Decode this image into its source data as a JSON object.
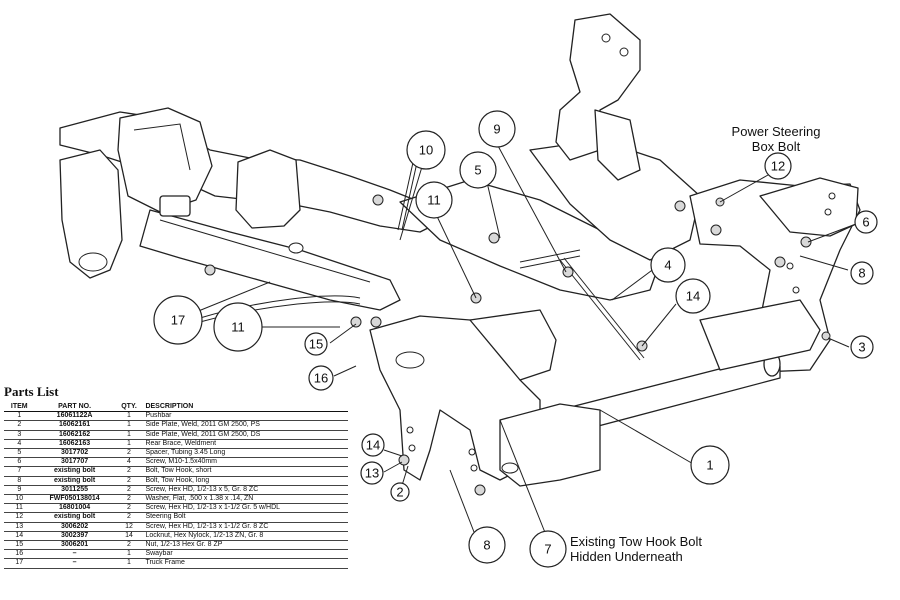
{
  "notes": {
    "power_steering_line1": "Power Steering",
    "power_steering_line2": "Box Bolt",
    "tow_line1": "Existing Tow Hook Bolt",
    "tow_line2": "Hidden Underneath"
  },
  "callouts": [
    "1",
    "2",
    "3",
    "4",
    "5",
    "6",
    "7",
    "8",
    "9",
    "10",
    "11",
    "11",
    "12",
    "13",
    "14",
    "14",
    "15",
    "16",
    "17",
    "8"
  ],
  "parts_list": {
    "title": "Parts List",
    "headers": [
      "ITEM",
      "PART NO.",
      "QTY.",
      "DESCRIPTION"
    ],
    "rows": [
      [
        "1",
        "16061122A",
        "1",
        "Pushbar"
      ],
      [
        "2",
        "16062161",
        "1",
        "Side Plate, Weld, 2011 GM 2500, PS"
      ],
      [
        "3",
        "16062162",
        "1",
        "Side Plate, Weld, 2011 GM 2500, DS"
      ],
      [
        "4",
        "16062163",
        "1",
        "Rear Brace, Weldment"
      ],
      [
        "5",
        "3017702",
        "2",
        "Spacer, Tubing 3.45 Long"
      ],
      [
        "6",
        "3017707",
        "4",
        "Screw, M10-1.5x40mm"
      ],
      [
        "7",
        "existing bolt",
        "2",
        "Bolt, Tow Hook, short"
      ],
      [
        "8",
        "existing bolt",
        "2",
        "Bolt, Tow Hook, long"
      ],
      [
        "9",
        "3011255",
        "2",
        "Screw, Hex HD, 1/2-13 x 5, Gr. 8 ZC"
      ],
      [
        "10",
        "FWF050138014",
        "2",
        "Washer, Flat, .500 x 1.38 x .14, ZN"
      ],
      [
        "11",
        "16801004",
        "2",
        "Screw, Hex HD, 1/2-13 x 1-1/2 Gr. 5 w/HDL"
      ],
      [
        "12",
        "existing bolt",
        "2",
        "Steering Bolt"
      ],
      [
        "13",
        "3006202",
        "12",
        "Screw, Hex HD, 1/2-13 x 1-1/2 Gr. 8  ZC"
      ],
      [
        "14",
        "3002397",
        "14",
        "Locknut, Hex Nylock, 1/2-13 ZN, Gr. 8"
      ],
      [
        "15",
        "3006201",
        "2",
        "Nut, 1/2-13 Hex Gr. 8 ZP"
      ],
      [
        "16",
        "–",
        "1",
        "Swaybar"
      ],
      [
        "17",
        "–",
        "1",
        "Truck Frame"
      ]
    ]
  }
}
